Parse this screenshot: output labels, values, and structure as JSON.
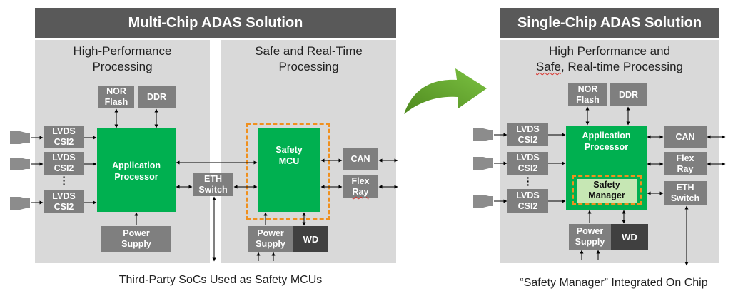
{
  "multi": {
    "header": "Multi-Chip ADAS Solution",
    "left_panel_title": "High-Performance\nProcessing",
    "right_panel_title": "Safe and Real-Time\nProcessing",
    "nor_flash": "NOR\nFlash",
    "ddr": "DDR",
    "lvds": "LVDS\nCSI2",
    "app_processor": "Application\nProcessor",
    "power_supply": "Power\nSupply",
    "eth_switch": "ETH\nSwitch",
    "safety_mcu": "Safety\nMCU",
    "can": "CAN",
    "flex": "Flex",
    "ray": "Ray",
    "wd": "WD",
    "caption": "Third-Party SoCs Used as Safety MCUs"
  },
  "single": {
    "header": "Single-Chip ADAS Solution",
    "panel_title_line1": "High Performance and",
    "panel_title_safe": "Safe",
    "panel_title_rest": ", Real-time Processing",
    "nor_flash": "NOR\nFlash",
    "ddr": "DDR",
    "lvds": "LVDS\nCSI2",
    "app_processor": "Application\nProcessor",
    "safety_manager": "Safety\nManager",
    "can": "CAN",
    "flex_ray": "Flex\nRay",
    "eth_switch": "ETH\nSwitch",
    "power_supply": "Power\nSupply",
    "wd": "WD",
    "caption": "“Safety Manager” Integrated On Chip"
  },
  "colors": {
    "header_bg": "#595959",
    "panel_bg": "#d9d9d9",
    "box_gray": "#7f7f7f",
    "box_dark": "#404040",
    "green": "#00b050",
    "light_green": "#c6e7b4",
    "orange": "#f0901e",
    "arrow_green": "#4f8a1f"
  }
}
